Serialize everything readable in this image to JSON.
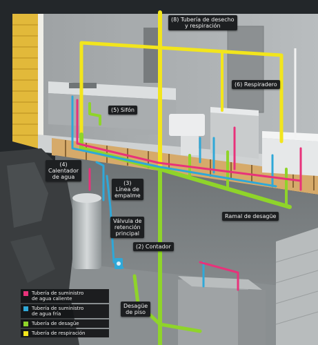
{
  "labels": {
    "drain_vent_stack": [
      "(8) Tubería de desecho",
      "y respiración"
    ],
    "vent": [
      "(6) Respiradero"
    ],
    "trap": [
      "(5) Sifón"
    ],
    "water_heater": [
      "(4)",
      "Calentador",
      "de agua"
    ],
    "connection_line": [
      "(3)",
      "Línea de",
      "empalme"
    ],
    "main_check_valve": [
      "Válvula de",
      "retención",
      "principal"
    ],
    "meter": [
      "(2) Contador"
    ],
    "drain_branch": [
      "Ramal de desagüe"
    ],
    "floor_drain": [
      "Desagüe",
      "de piso"
    ]
  },
  "legend": [
    {
      "text": [
        "Tubería de suministro",
        "de agua caliente"
      ],
      "color": "#e8327a",
      "icon": "hot-water-swatch"
    },
    {
      "text": [
        "Tubería de suministro",
        "de agua fría"
      ],
      "color": "#2fa8d8",
      "icon": "cold-water-swatch"
    },
    {
      "text": [
        "Tubería de desagüe"
      ],
      "color": "#8fd42a",
      "icon": "drain-swatch"
    },
    {
      "text": [
        "Tubería de respiración"
      ],
      "color": "#f2e51c",
      "icon": "vent-swatch"
    }
  ],
  "colors": {
    "hot": "#e8327a",
    "cold": "#2fa8d8",
    "drain": "#8fd42a",
    "vent": "#f2e51c"
  }
}
